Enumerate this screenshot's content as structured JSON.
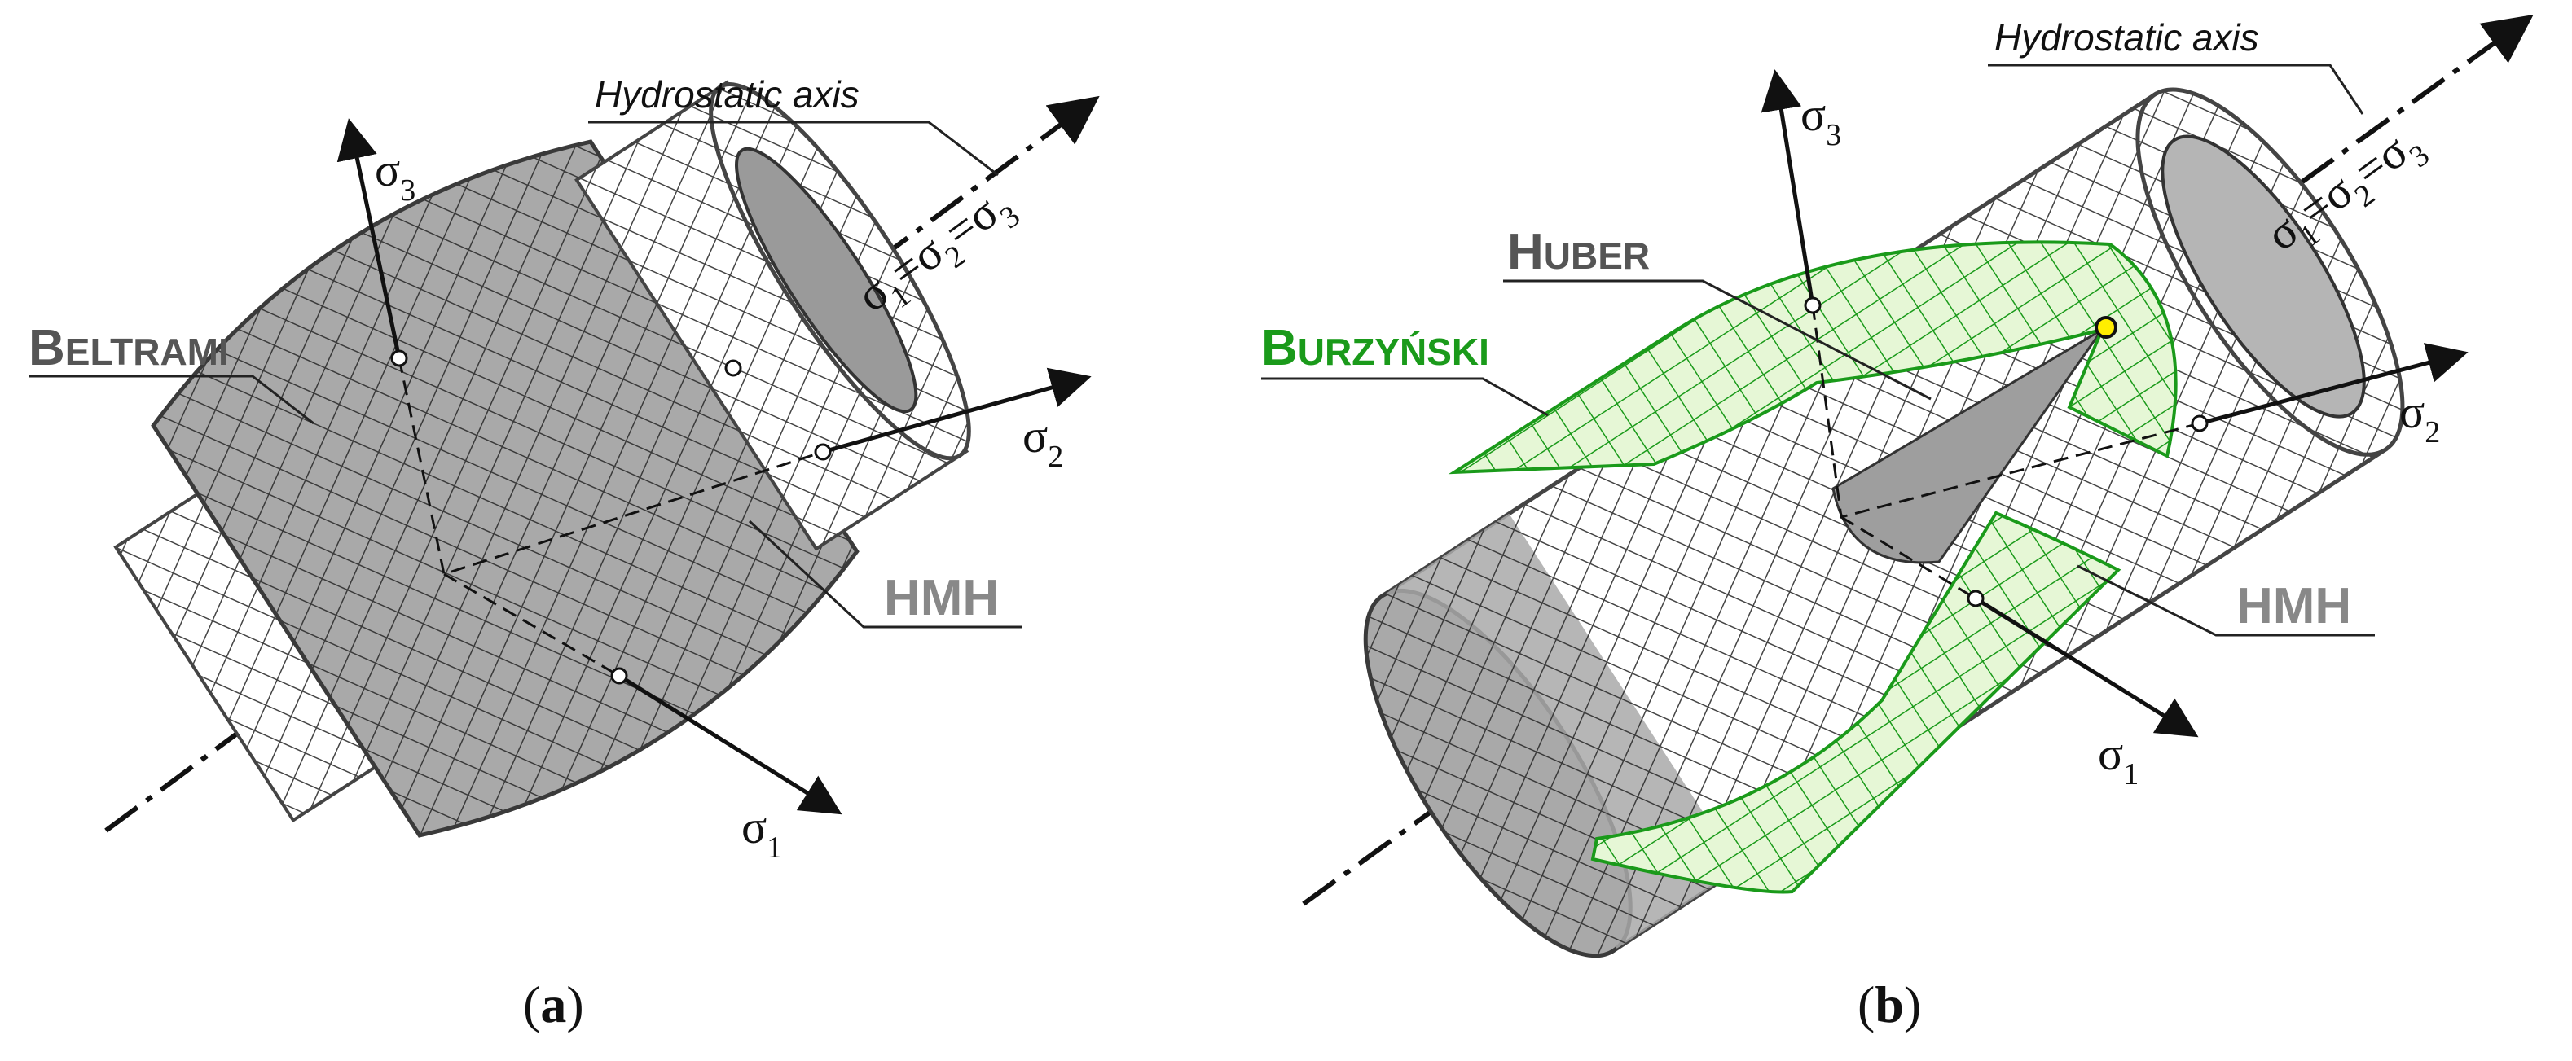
{
  "panels": {
    "a": {
      "label_paren_open": "(",
      "label_letter": "a",
      "label_paren_close": ")",
      "hydrostatic_label": "Hydrostatic axis",
      "beltrami_initial": "B",
      "beltrami_rest": "ELTRAMI",
      "hmh_label": "HMH",
      "sigma": "σ",
      "sub_1": "1",
      "sub_2": "2",
      "sub_3": "3",
      "eq": "="
    },
    "b": {
      "label_paren_open": "(",
      "label_letter": "b",
      "label_paren_close": ")",
      "hydrostatic_label": "Hydrostatic axis",
      "huber_initial": "H",
      "huber_rest": "UBER",
      "burzynski_initial": "B",
      "burzynski_rest": "URZYŃSKI",
      "hmh_label": "HMH",
      "sigma": "σ",
      "sub_1": "1",
      "sub_2": "2",
      "sub_3": "3",
      "eq": "="
    }
  },
  "colors": {
    "beltrami_text": "#555555",
    "huber_text": "#555555",
    "burzynski_text": "#1a9a1a",
    "hmh_text": "#888888",
    "surface_grey": "#a9a9a9",
    "surface_green": "#e6f7d6",
    "green_grid": "#1a9a1a"
  }
}
